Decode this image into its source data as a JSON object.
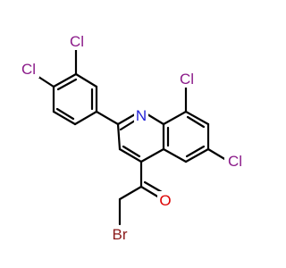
{
  "colors": {
    "bond": "#000000",
    "chlorine": "#8B1A89",
    "nitrogen": "#1F1FD6",
    "oxygen": "#DD0000",
    "bromine": "#8B1A1A",
    "background": "#FFFFFF"
  },
  "atoms": {
    "cl_a": "Cl",
    "cl_b": "Cl",
    "cl_c": "Cl",
    "cl_d": "Cl",
    "n": "N",
    "o": "O",
    "br": "Br"
  }
}
